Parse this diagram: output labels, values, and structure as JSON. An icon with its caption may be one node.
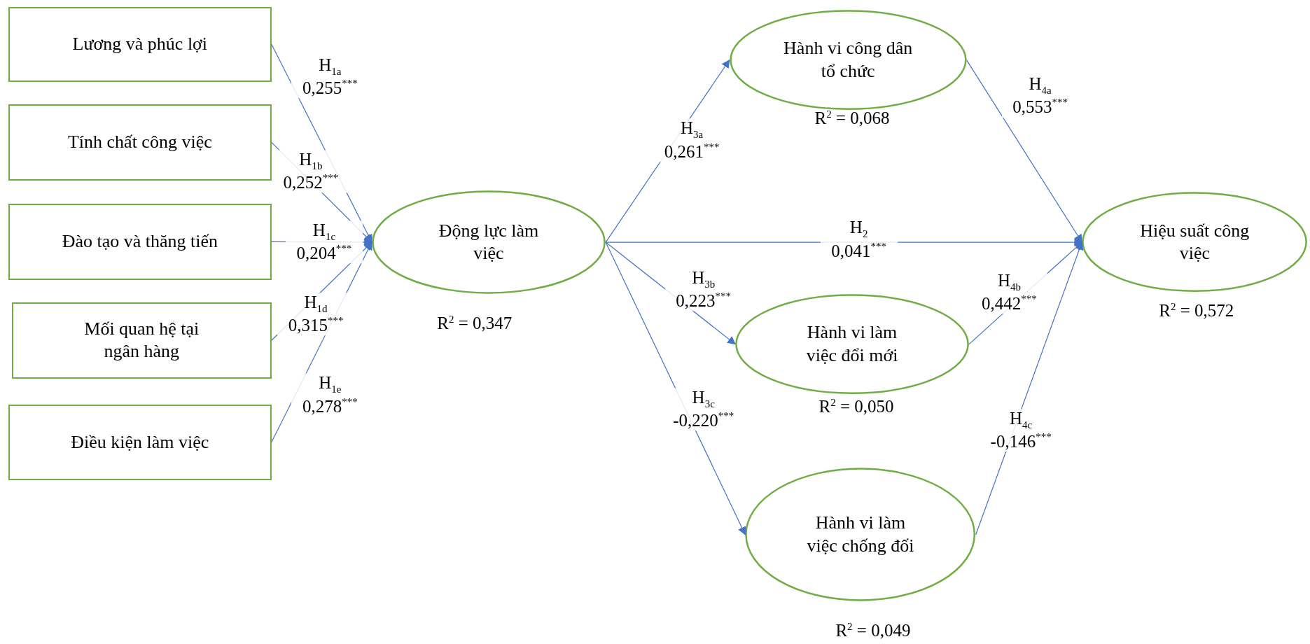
{
  "diagram": {
    "nodes": [
      {
        "text": [
          "Lương và phúc lợi"
        ]
      },
      {
        "text": [
          "Tính chất công việc"
        ]
      },
      {
        "text": [
          "Đào tạo và thăng tiến"
        ]
      },
      {
        "text": [
          "Mối quan hệ tại ngân hàng"
        ]
      },
      {
        "text": [
          "Điều kiện làm việc"
        ]
      },
      {
        "text": [
          "Động lực làm việc"
        ],
        "beside": [
          "R$^{2}$ = 0,347"
        ]
      },
      {
        "text": [
          "Hành vi công dân tổ chức"
        ],
        "beside": [
          "R$^{2}$ = 0,068"
        ]
      },
      {
        "text": [
          "Hiệu suất công việc"
        ],
        "beside": [
          "R$^{2}$ = 0,572"
        ]
      },
      {
        "text": [
          "Hành vi làm việc đổi mới"
        ],
        "beside": [
          "R$^{2}$ = 0,050"
        ]
      },
      {
        "text": [
          "Hành vi làm việc chống đối"
        ],
        "beside": [
          "R$^{2}$ = 0,049"
        ]
      }
    ],
    "edges": [
      {
        "from": 0,
        "to": 5,
        "arrow": "to",
        "label": "H$_{1a}$ 0,255$^{***}$"
      },
      {
        "from": 1,
        "to": 5,
        "arrow": "to",
        "label": "H$_{1b}$ 0,252$^{***}$"
      },
      {
        "from": 2,
        "to": 5,
        "arrow": "to",
        "label": "H$_{1c}$ 0,204$^{***}$"
      },
      {
        "from": 3,
        "to": 5,
        "arrow": "to",
        "label": "H$_{1d}$ 0,315$^{***}$"
      },
      {
        "from": 4,
        "to": 5,
        "arrow": "to",
        "label": "H$_{1e}$ 0,278$^{***}$"
      },
      {
        "from": 5,
        "to": 6,
        "arrow": "to",
        "label": "H$_{3a}$ 0,261$^{***}$"
      },
      {
        "from": 5,
        "to": 7,
        "arrow": "to",
        "label": "H$_{2}$ 0,041$^{***}$"
      },
      {
        "from": 5,
        "to": 8,
        "arrow": "to",
        "label": "H$_{3b}$ 0,223$^{***}$"
      },
      {
        "from": 5,
        "to": 9,
        "arrow": "to",
        "label": "H$_{3c}$ -0,220$^{***}$"
      },
      {
        "from": 6,
        "to": 7,
        "arrow": "to",
        "label": "H$_{4a}$ 0,553$^{***}$"
      },
      {
        "from": 8,
        "to": 7,
        "arrow": "to",
        "label": "H$_{4b}$ 0,442$^{***}$"
      },
      {
        "from": 9,
        "to": 7,
        "arrow": "to",
        "label": "H$_{4c}$ -0,146$^{***}$"
      }
    ]
  }
}
